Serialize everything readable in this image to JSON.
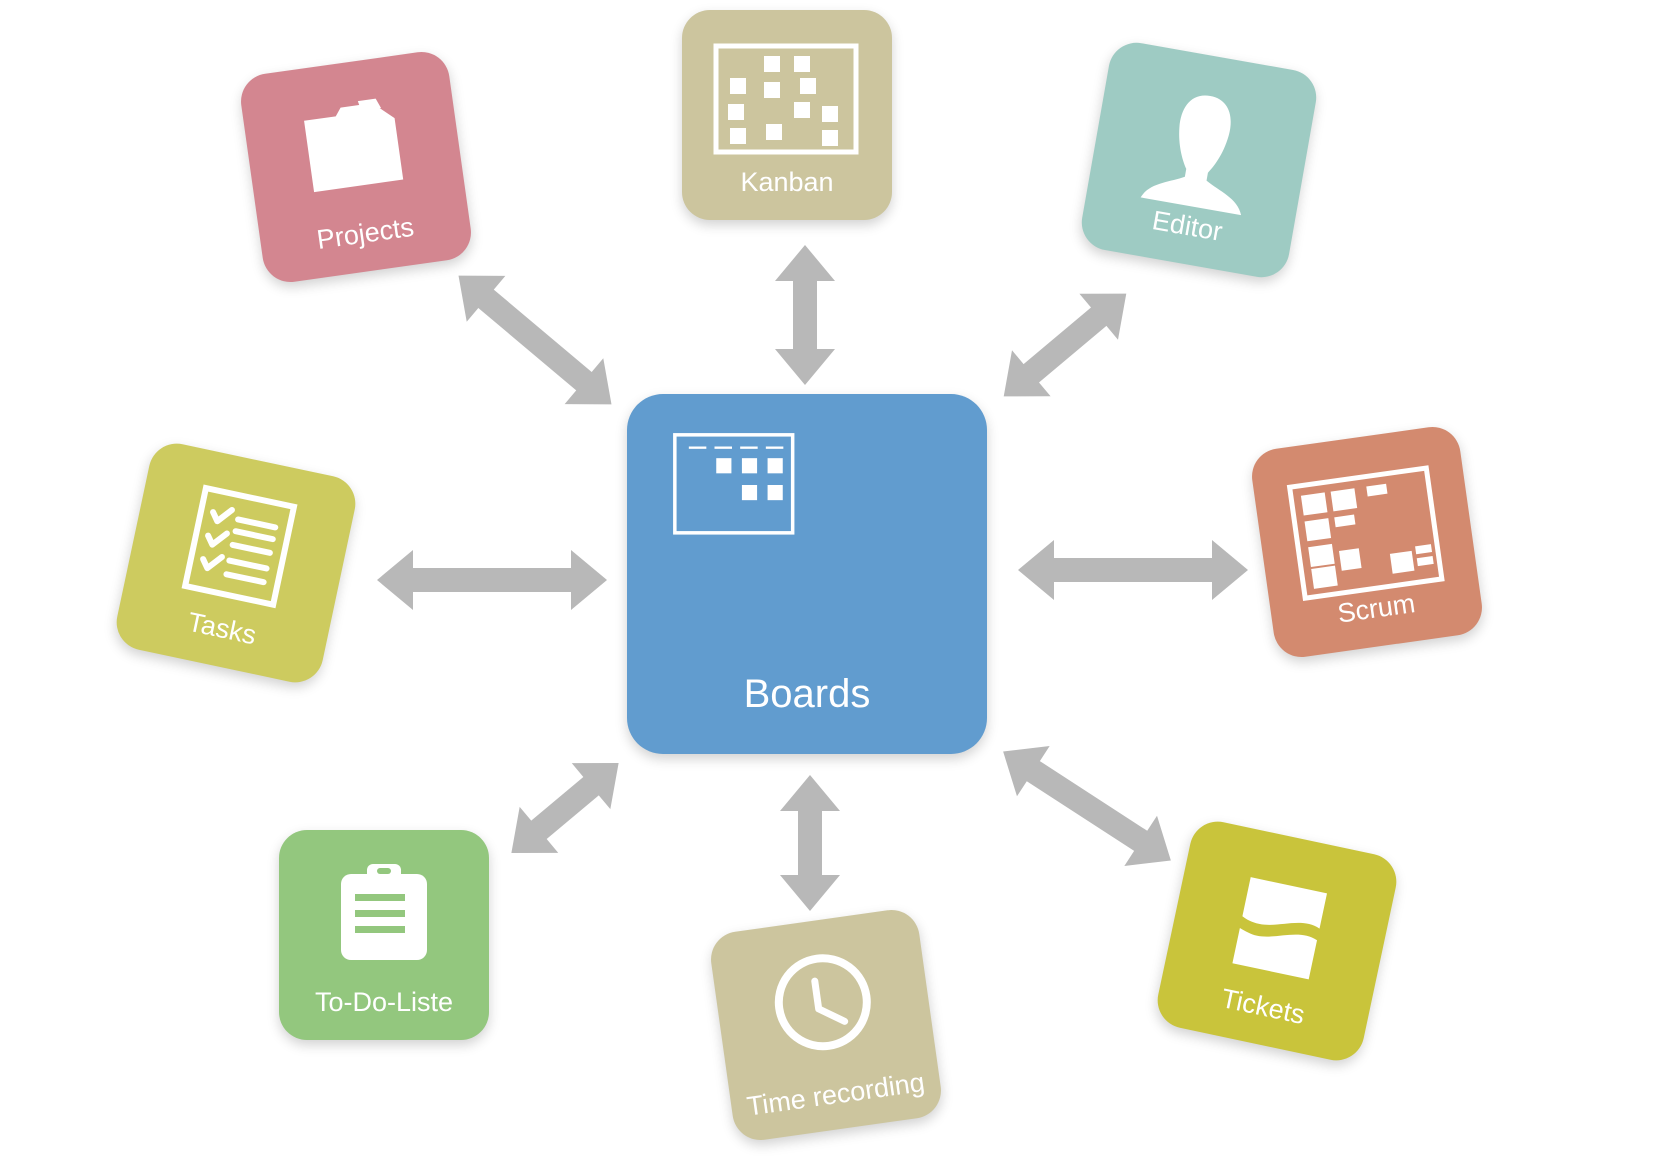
{
  "diagram": {
    "center": {
      "label": "Boards",
      "icon": "board-icon",
      "color": "#619ccf"
    },
    "satellites": [
      {
        "id": "projects",
        "label": "Projects",
        "icon": "folder-icon",
        "color": "#d38690"
      },
      {
        "id": "kanban",
        "label": "Kanban",
        "icon": "kanban-board-icon",
        "color": "#ccc59e"
      },
      {
        "id": "editor",
        "label": "Editor",
        "icon": "person-silhouette-icon",
        "color": "#9ecbc3"
      },
      {
        "id": "scrum",
        "label": "Scrum",
        "icon": "scrum-board-icon",
        "color": "#d38a6f"
      },
      {
        "id": "tickets",
        "label": "Tickets",
        "icon": "ticket-icon",
        "color": "#c9c43b"
      },
      {
        "id": "time",
        "label": "Time recording",
        "icon": "clock-icon",
        "color": "#ccc59e"
      },
      {
        "id": "todo",
        "label": "To-Do-Liste",
        "icon": "clipboard-icon",
        "color": "#93c77e"
      },
      {
        "id": "tasks",
        "label": "Tasks",
        "icon": "checklist-icon",
        "color": "#cdcb5f"
      }
    ],
    "arrow_color": "#b8b8b8"
  }
}
